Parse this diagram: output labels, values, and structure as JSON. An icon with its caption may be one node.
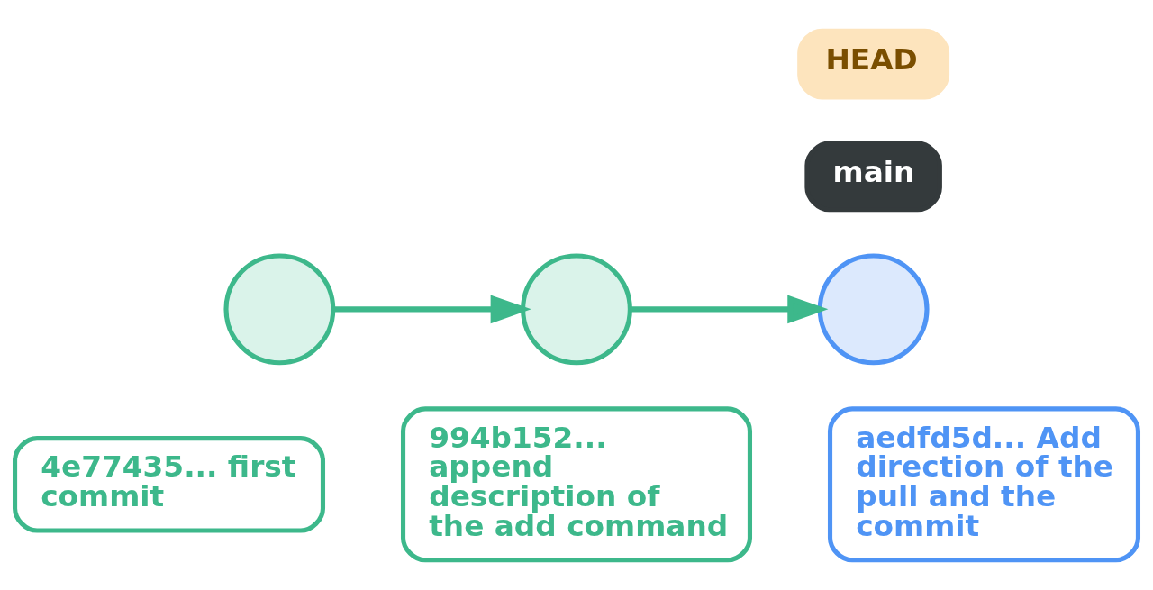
{
  "diagram": {
    "nodes": [
      {
        "text": [
          "HEAD"
        ]
      },
      {
        "text": [
          "main"
        ]
      },
      {
        "text": [],
        "shape": "circle"
      },
      {
        "text": [],
        "shape": "circle"
      },
      {
        "text": [],
        "shape": "circle"
      },
      {
        "text": [
          "4e77435... first commit"
        ]
      },
      {
        "text": [
          "994b152... append description of the add command"
        ]
      },
      {
        "text": [
          "aedfd5d... Add direction of the pull and the commit"
        ]
      }
    ],
    "edges": [
      {
        "from": 2,
        "to": 3,
        "arrow": "to"
      },
      {
        "from": 3,
        "to": 4,
        "arrow": "to"
      }
    ]
  }
}
